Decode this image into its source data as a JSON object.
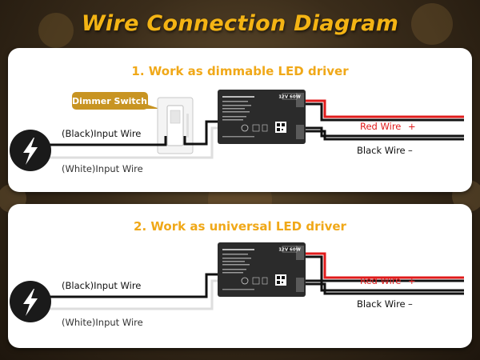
{
  "title": "Wire Connection Diagram",
  "panels": [
    {
      "heading": "1. Work as dimmable LED driver",
      "dimmer_label": "Dimmer Switch",
      "input_black": "(Black)Input Wire",
      "input_white": "(White)Input Wire",
      "output_red": "Red Wire",
      "output_red_sign": "+",
      "output_black": "Black Wire",
      "output_black_sign": "–",
      "driver_badge": "12V 60W"
    },
    {
      "heading": "2. Work as universal LED driver",
      "input_black": "(Black)Input Wire",
      "input_white": "(White)Input Wire",
      "output_red": "Red Wire",
      "output_red_sign": "+",
      "output_black": "Black Wire",
      "output_black_sign": "–",
      "driver_badge": "12V 60W"
    }
  ],
  "colors": {
    "title": "#f4b414",
    "heading": "#f0a818",
    "red_wire": "#e01b1b",
    "black_wire": "#111111",
    "driver_body": "#2b2b2b",
    "dimmer_label_bg": "#c89422"
  },
  "icons": {
    "power_source": "lightning-bolt-icon"
  }
}
